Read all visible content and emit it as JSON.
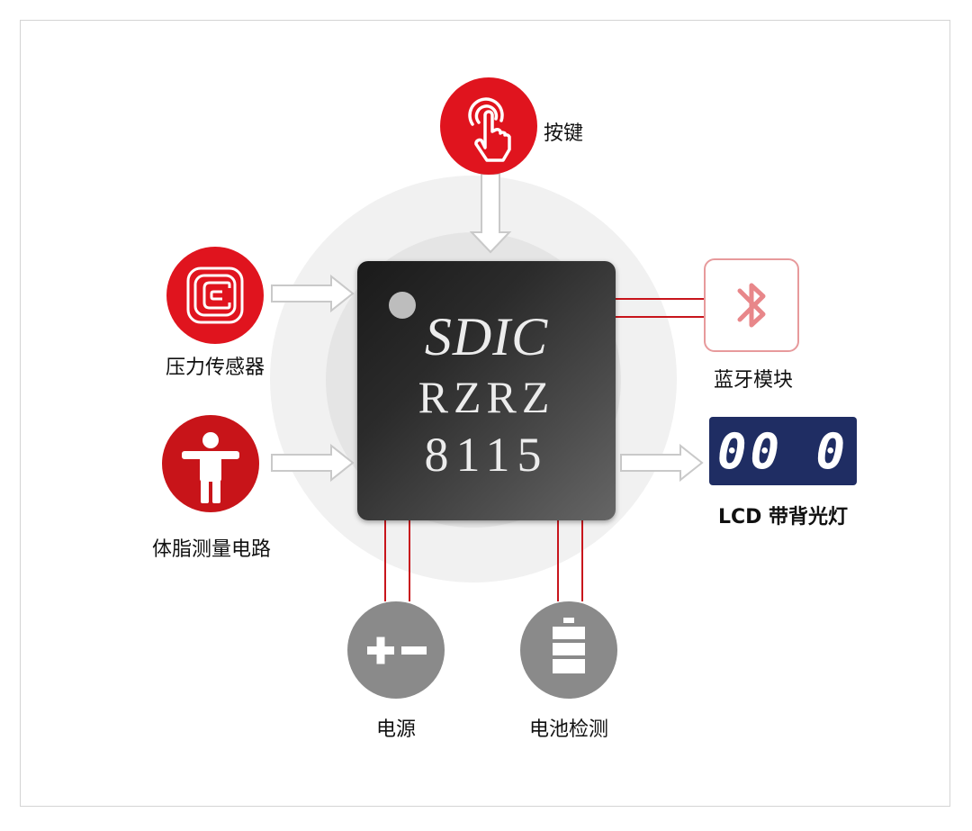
{
  "chip": {
    "brand": "SDIC",
    "model": "RZRZ",
    "number": "8115"
  },
  "nodes": {
    "button": {
      "label": "按键",
      "icon": "touch-hand-icon"
    },
    "pressure": {
      "label": "压力传感器",
      "icon": "pressure-sensor-icon"
    },
    "body_fat": {
      "label": "体脂测量电路",
      "icon": "person-icon"
    },
    "power": {
      "label": "电源",
      "icon": "plus-minus-icon"
    },
    "battery": {
      "label": "电池检测",
      "icon": "battery-icon"
    },
    "bluetooth": {
      "label": "蓝牙模块",
      "icon": "bluetooth-icon"
    },
    "lcd": {
      "label": "LCD 带背光灯",
      "display": "00 0",
      "icon": "lcd-display-icon"
    }
  },
  "colors": {
    "accent_red": "#e0141e",
    "node_gray": "#8a8a8a",
    "lcd_navy": "#1f2d63",
    "bluetooth_pink": "#e79a9c",
    "connector_red": "#c8151c"
  }
}
